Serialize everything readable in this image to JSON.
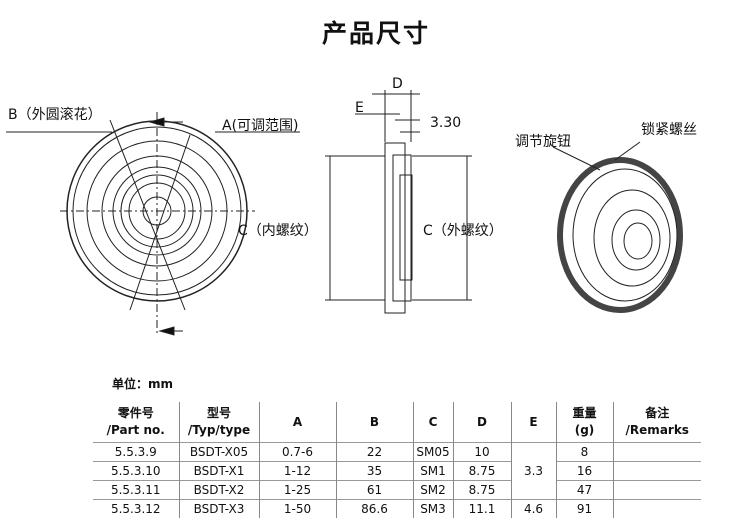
{
  "title": "产品尺寸",
  "drawing_labels": {
    "b": "B（外圆滚花）",
    "a": "A(可调范围)",
    "d": "D",
    "e": "E",
    "thickness": "3.30",
    "c_inner": "C（内螺纹）",
    "c_outer": "C（外螺纹）",
    "knob": "调节旋钮",
    "lock": "锁紧螺丝"
  },
  "unit": "单位：mm",
  "table": {
    "headers": [
      [
        "零件号",
        "/Part no."
      ],
      [
        "型号",
        "/Typ/type"
      ],
      [
        "A",
        ""
      ],
      [
        "B",
        ""
      ],
      [
        "C",
        ""
      ],
      [
        "D",
        ""
      ],
      [
        "E",
        ""
      ],
      [
        "重量",
        "(g)"
      ],
      [
        "备注",
        "/Remarks"
      ]
    ],
    "rows": [
      [
        "5.5.3.9",
        "BSDT-X05",
        "0.7-6",
        "22",
        "SM05",
        "10",
        "",
        "8",
        ""
      ],
      [
        "5.5.3.10",
        "BSDT-X1",
        "1-12",
        "35",
        "SM1",
        "8.75",
        "",
        "16",
        ""
      ],
      [
        "5.5.3.11",
        "BSDT-X2",
        "1-25",
        "61",
        "SM2",
        "8.75",
        "",
        "47",
        ""
      ],
      [
        "5.5.3.12",
        "BSDT-X3",
        "1-50",
        "86.6",
        "SM3",
        "11.1",
        "4.6",
        "91",
        ""
      ]
    ],
    "e_merged": "3.3"
  }
}
